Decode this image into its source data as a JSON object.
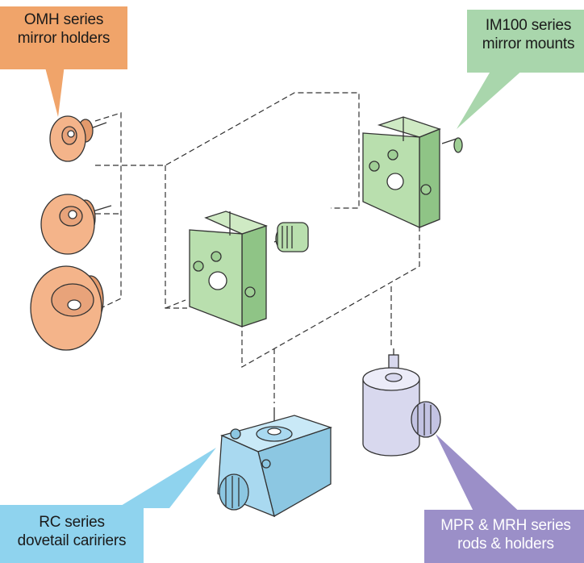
{
  "callouts": {
    "omh": {
      "line1": "OMH series",
      "line2": "mirror holders"
    },
    "im100": {
      "line1": "IM100 series",
      "line2": "mirror mounts"
    },
    "rc": {
      "line1": "RC series",
      "line2": "dovetail caririers"
    },
    "mpr": {
      "line1": "MPR & MRH series",
      "line2": "rods & holders"
    }
  },
  "colors": {
    "omh_callout": "#f0a46a",
    "im100_callout": "#a9d6ac",
    "rc_callout": "#8fd3ee",
    "mpr_callout": "#9b8fc8",
    "mirror_holder_fill": "#f4b48a",
    "mount_fill": "#b9dfae",
    "carrier_fill": "#a9d9f0",
    "rod_fill": "#d8d8ee",
    "outline": "#333333"
  },
  "icons": [
    "mirror-holder-small-icon",
    "mirror-holder-medium-icon",
    "mirror-holder-large-icon",
    "mirror-mount-icon",
    "dovetail-carrier-icon",
    "rod-holder-icon"
  ]
}
